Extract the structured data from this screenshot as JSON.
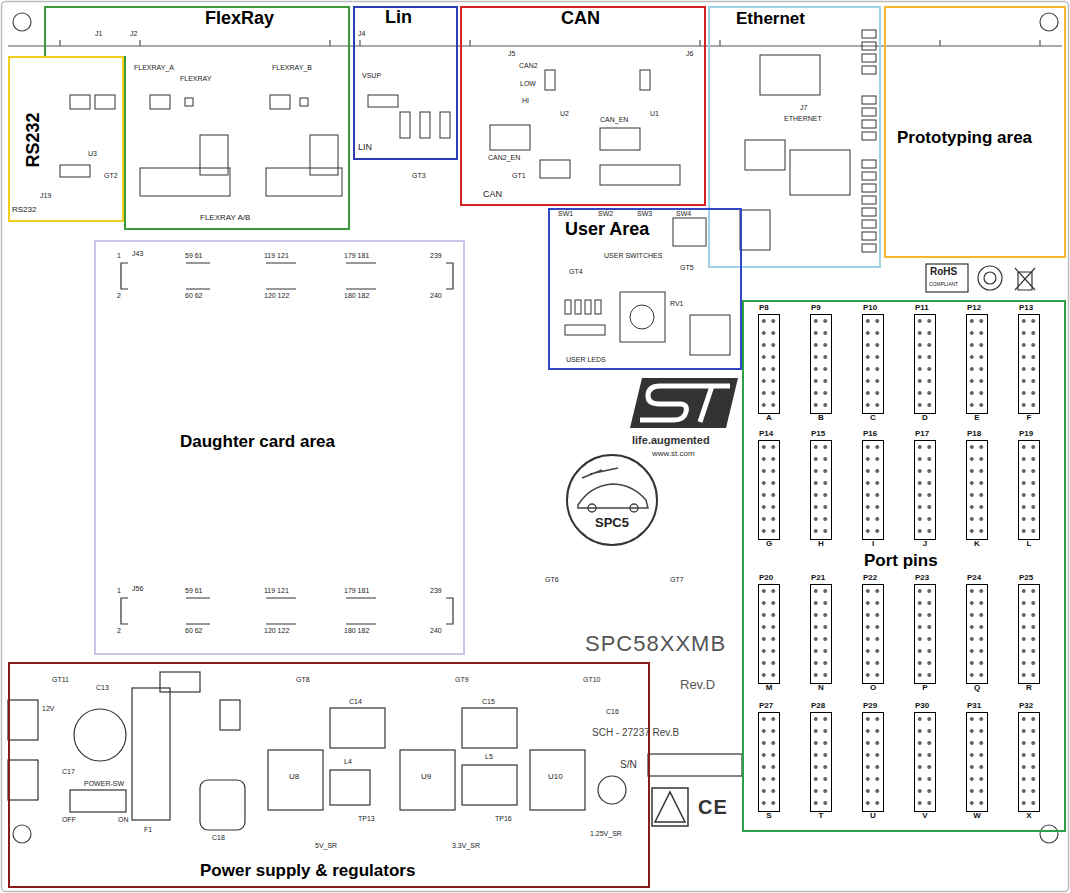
{
  "diagram": {
    "nodes": [
      {
        "text": [
          "FlexRay"
        ]
      },
      {
        "text": [
          "Lin"
        ]
      },
      {
        "text": [
          "CAN"
        ]
      },
      {
        "text": [
          "Ethernet"
        ]
      },
      {
        "text": [
          "Prototyping area"
        ]
      },
      {
        "text": [
          "RS232"
        ]
      },
      {
        "text": [
          "User Area"
        ]
      },
      {
        "text": [
          "Daughter card area"
        ]
      },
      {
        "text": [
          "Port pins"
        ]
      },
      {
        "text": [
          "P8",
          "A"
        ],
        "in": 8
      },
      {
        "text": [
          "P9",
          "B"
        ],
        "in": 8
      },
      {
        "text": [
          "P10",
          "C"
        ],
        "in": 8
      },
      {
        "text": [
          "P11",
          "D"
        ],
        "in": 8
      },
      {
        "text": [
          "P12",
          "E"
        ],
        "in": 8
      },
      {
        "text": [
          "P13",
          "F"
        ],
        "in": 8
      },
      {
        "text": [
          "P14",
          "G"
        ],
        "in": 8
      },
      {
        "text": [
          "P15",
          "H"
        ],
        "in": 8
      },
      {
        "text": [
          "P16",
          "I"
        ],
        "in": 8
      },
      {
        "text": [
          "P17",
          "J"
        ],
        "in": 8
      },
      {
        "text": [
          "P18",
          "K"
        ],
        "in": 8
      },
      {
        "text": [
          "P19",
          "L"
        ],
        "in": 8
      },
      {
        "text": [
          "P20",
          "M"
        ],
        "in": 8
      },
      {
        "text": [
          "P21",
          "N"
        ],
        "in": 8
      },
      {
        "text": [
          "P22",
          "O"
        ],
        "in": 8
      },
      {
        "text": [
          "P23",
          "P"
        ],
        "in": 8
      },
      {
        "text": [
          "P24",
          "Q"
        ],
        "in": 8
      },
      {
        "text": [
          "P25",
          "R"
        ],
        "in": 8
      },
      {
        "text": [
          "P27",
          "S"
        ],
        "in": 8
      },
      {
        "text": [
          "P28",
          "T"
        ],
        "in": 8
      },
      {
        "text": [
          "P29",
          "U"
        ],
        "in": 8
      },
      {
        "text": [
          "P30",
          "V"
        ],
        "in": 8
      },
      {
        "text": [
          "P31",
          "W"
        ],
        "in": 8
      },
      {
        "text": [
          "P32",
          "X"
        ],
        "in": 8
      },
      {
        "text": [
          "SPC5"
        ]
      },
      {
        "text": [
          "Power supply & regulators"
        ]
      }
    ],
    "labels": [
      "J1",
      "J2",
      "FLEXRAY_A",
      "FLEXRAY",
      "FLEXRAY_B",
      "FLEXRAY A/B",
      "J4",
      "VSUP",
      "LIN",
      "J5",
      "CAN2",
      "LOW",
      "HI",
      "U2",
      "CAN_EN",
      "U1",
      "CAN2_EN",
      "J6",
      "CAN",
      "GT1",
      "J7",
      "ETHERNET",
      "RS232",
      "J19",
      "U3",
      "GT2",
      "GT3",
      "SW1",
      "SW2",
      "SW3",
      "SW4",
      "USER SWITCHES",
      "GT4",
      "GT5",
      "RV1",
      "USER LEDS",
      "J43",
      "1",
      "59 61",
      "119 121",
      "179 181",
      "239",
      "2",
      "60 62",
      "120 122",
      "180 182",
      "240",
      "J56",
      "1",
      "59 61",
      "119 121",
      "179 181",
      "239",
      "2",
      "60 62",
      "120 122",
      "180 182",
      "240",
      "GT6",
      "GT7",
      "life.augmented",
      "www.st.com",
      "SPC58XXMB",
      "Rev.D",
      "SCH - 27237 Rev.B",
      "S/N",
      "CE",
      "RoHS",
      "COMPLIANT",
      "GT11",
      "C13",
      "12V",
      "C17",
      "POWER-SW",
      "OFF",
      "ON",
      "F1",
      "C18",
      "GT8",
      "C14",
      "U8",
      "L4",
      "TP13",
      "5V_SR",
      "GT9",
      "C15",
      "U9",
      "L5",
      "TP16",
      "3.3V_SR",
      "GT10",
      "C16",
      "U10",
      "1.25V_SR"
    ]
  }
}
